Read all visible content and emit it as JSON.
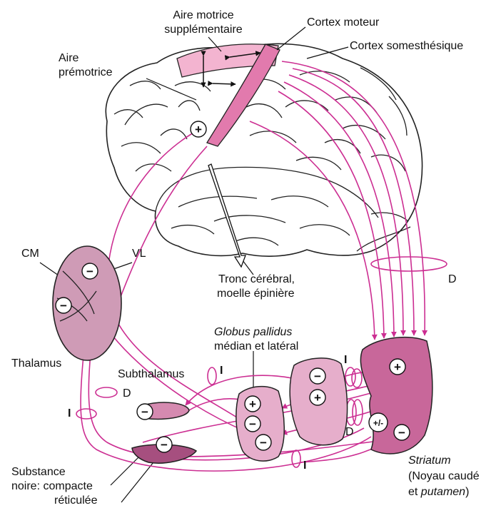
{
  "labels": {
    "aire_motrice_l1": "Aire motrice",
    "aire_motrice_l2": "supplémentaire",
    "cortex_moteur": "Cortex moteur",
    "cortex_somesthesique": "Cortex somesthésique",
    "aire_premotrice_l1": "Aire",
    "aire_premotrice_l2": "prémotrice",
    "tronc_l1": "Tronc cérébral,",
    "tronc_l2": "moelle épinière",
    "cm": "CM",
    "vl": "VL",
    "thalamus": "Thalamus",
    "globus_l1": "Globus pallidus",
    "globus_l2": "médian et latéral",
    "subthalamus": "Subthalamus",
    "d_top": "D",
    "d_mid": "D",
    "d_bottom": "D",
    "i_left": "I",
    "i_sub": "I",
    "i_pallidus": "I",
    "i_bottom": "I",
    "substance_l1": "Substance",
    "substance_l2": "noire: compacte",
    "substance_l3": "réticulée",
    "striatum_l1": "Striatum",
    "striatum_l2": "(Noyau caudé",
    "striatum_l3_a": "et ",
    "striatum_l3_b": "putamen",
    "striatum_l3_c": ")"
  },
  "signs": {
    "plus": "+",
    "minus": "−",
    "plus_minus": "+/-"
  },
  "colors": {
    "pathway": "#cc2e92",
    "arrowhead": "#cc2e92",
    "structure_fill": "#d58ab0",
    "thalamus_fill": "#cf9bb6",
    "striatum_fill": "#c8679a",
    "pallidus_fill": "#e6aecb",
    "cortex_fill": "#f3b4d0",
    "motor_fill": "#e27aad",
    "outline": "#222222"
  }
}
